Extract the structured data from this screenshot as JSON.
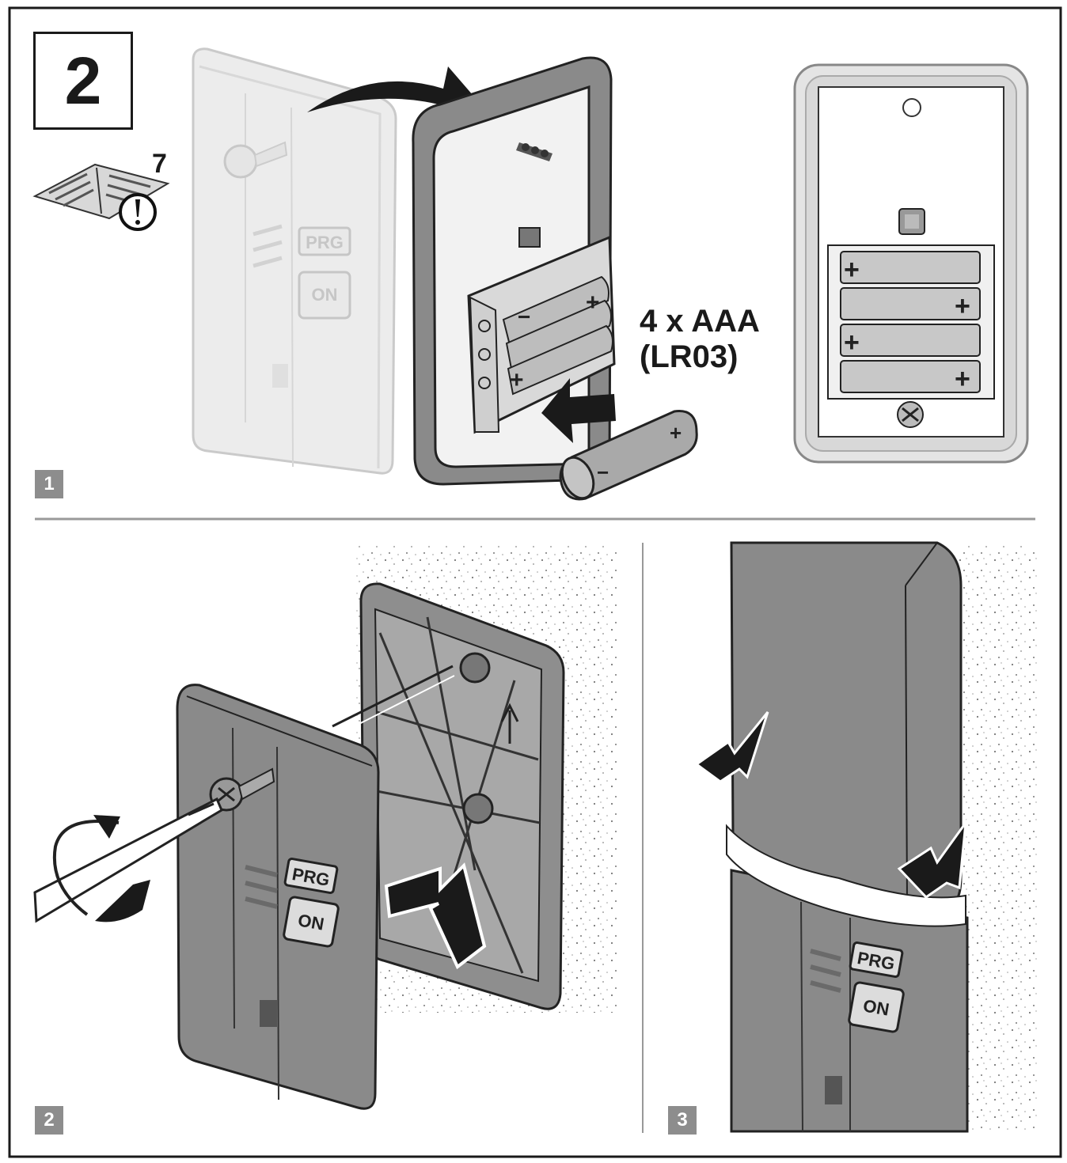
{
  "step": {
    "number": "2"
  },
  "manual_ref": {
    "number": "7"
  },
  "battery": {
    "count": "4 x AAA",
    "type": "(LR03)"
  },
  "panels": [
    {
      "number": "1"
    },
    {
      "number": "2"
    },
    {
      "number": "3"
    }
  ],
  "device": {
    "prg_label": "PRG",
    "on_label": "ON"
  },
  "colors": {
    "device_dark": "#8a8a8a",
    "device_light": "#e6e6e6",
    "outline": "#222222",
    "arrow": "#1a1a1a",
    "badge": "#8d8d8d"
  }
}
